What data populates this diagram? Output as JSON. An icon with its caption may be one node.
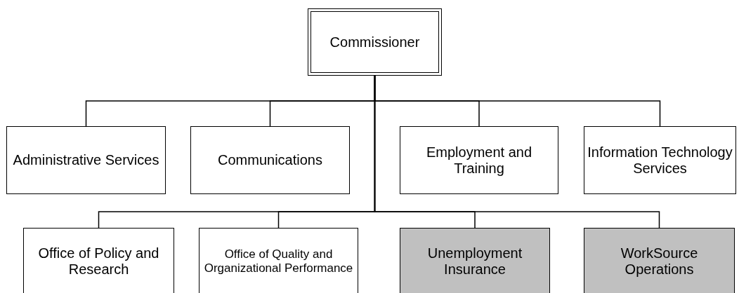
{
  "diagram": {
    "nodes": [
      {
        "text": [
          "Commissioner"
        ]
      },
      {
        "text": [
          "Administrative Services"
        ]
      },
      {
        "text": [
          "Communications"
        ]
      },
      {
        "text": [
          "Employment and Training"
        ]
      },
      {
        "text": [
          "Information Technology Services"
        ]
      },
      {
        "text": [
          "Office of Policy and Research"
        ]
      },
      {
        "text": [
          "Office of Quality and Organizational Performance"
        ]
      },
      {
        "text": [
          "Unemployment Insurance"
        ]
      },
      {
        "text": [
          "WorkSource Operations"
        ]
      }
    ],
    "edges": [
      {
        "from": 0,
        "to": 1,
        "arrow": "none"
      },
      {
        "from": 0,
        "to": 2,
        "arrow": "none"
      },
      {
        "from": 0,
        "to": 3,
        "arrow": "none"
      },
      {
        "from": 0,
        "to": 4,
        "arrow": "none"
      },
      {
        "from": 0,
        "to": 5,
        "arrow": "none"
      },
      {
        "from": 0,
        "to": 6,
        "arrow": "none"
      },
      {
        "from": 0,
        "to": 7,
        "arrow": "none"
      },
      {
        "from": 0,
        "to": 8,
        "arrow": "none"
      }
    ]
  }
}
